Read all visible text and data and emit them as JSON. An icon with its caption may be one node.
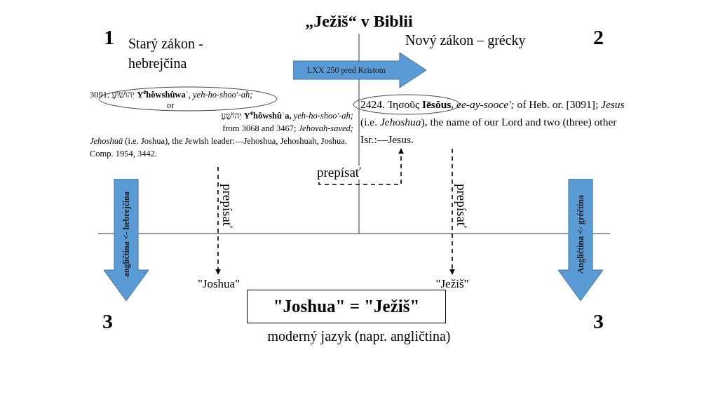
{
  "diagram": {
    "title": "„Ježiš“ v Biblii",
    "nodes": [
      {
        "text": [
          "3091. יְהוֹשׁוּעַ **Y$^{e}$hôwshûwaʿ**, *yeh-ho-shoo'-ah;*",
          "or",
          "יְהוֹשֻׁעַ **Y$^{e}$hôwshûʿa,** *yeh-ho-shoo'-ah;*",
          "from 3068 and 3467; *Jehovah-saved;*",
          "*Jehoshuä* (i.e. Joshua), the Jewish leader:—Jehoshua, Jehoshuah, Joshua. Comp. 1954, 3442."
        ]
      },
      {
        "text": [
          "2424. Ἰησοῦς **Iēsŏus**, *ee-ay-sooce';* of Heb. or. [3091]; *Jesus* (i.e. *Jehoshua*), the name of our Lord and two (three) other Isr.:—Jesus."
        ]
      },
      {
        "text": [
          "LXX 250 pred Kristom"
        ]
      },
      {
        "text": [
          "angličtina <- hebrejčina"
        ],
        "beside": [
          "3"
        ]
      },
      {
        "text": [
          "Angličtina <- gréčtina"
        ],
        "beside": [
          "3"
        ]
      },
      {
        "text": [
          "\"Joshua\""
        ]
      },
      {
        "text": [
          "\"Ježiš\""
        ]
      },
      {
        "text": [
          "\"Joshua\" = \"Ježiš\""
        ],
        "beside": [
          "moderný jazyk (napr. angličtina)"
        ]
      }
    ],
    "edges": [
      {
        "from": 0,
        "to": 1,
        "arrow": "to",
        "label": "prepísať",
        "style": "dashed"
      },
      {
        "from": 0,
        "to": 5,
        "arrow": "to",
        "label": "prepísať",
        "style": "dashed"
      },
      {
        "from": 1,
        "to": 6,
        "arrow": "to",
        "label": "prepísať",
        "style": "dashed"
      }
    ],
    "labels": [
      "1",
      "Starý zákon - hebrejčina",
      "Nový zákon – grécky",
      "2"
    ]
  }
}
